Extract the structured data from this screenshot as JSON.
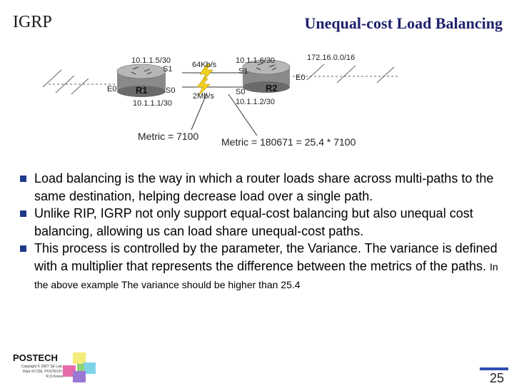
{
  "header": {
    "label": "IGRP",
    "title": "Unequal-cost Load Balancing"
  },
  "diagram": {
    "addr_r1_s1": "10.1.1.5/30",
    "addr_r2_s1": "10.1.1.6/30",
    "addr_r2_fe": "172.16.0.0/16",
    "addr_r1_s0": "10.1.1.1/30",
    "addr_r2_s0": "10.1.1.2/30",
    "link_top": "64Kb/s",
    "link_bottom": "2Mb/s",
    "r1_label": "R1",
    "r2_label": "R2",
    "r1_s1": "S1",
    "r1_s0": "S0",
    "r1_e0": "E0",
    "r2_s1": "S1",
    "r2_s0": "S0",
    "r2_e0": "E0",
    "metric_left": "Metric = 7100",
    "metric_right": "Metric = 180671 = 25.4 * 7100"
  },
  "bullets": [
    {
      "text": "Load balancing is the way in which a router loads share across multi-paths to the same destination, helping decrease load over a single path."
    },
    {
      "text": "Unlike RIP, IGRP not only support equal-cost balancing but also unequal cost balancing, allowing us can load share unequal-cost paths."
    },
    {
      "text": "This process is controlled by the parameter, the Variance. The variance is defined with a multiplier that represents the difference between the metrics of the paths.",
      "note": "In the above example The variance should be higher than 25.4"
    }
  ],
  "footer": {
    "logo_text": "POSTECH",
    "copyright": "Copyright © 2007 SE Lab. Dept of CSE, POSTECH, R.O.Korea",
    "page_number": "25"
  },
  "colors": {
    "title": "#1f1f6e",
    "bullet": "#1f3a8a",
    "lightning": "#f2d21b",
    "router": "#7d7d7d"
  }
}
